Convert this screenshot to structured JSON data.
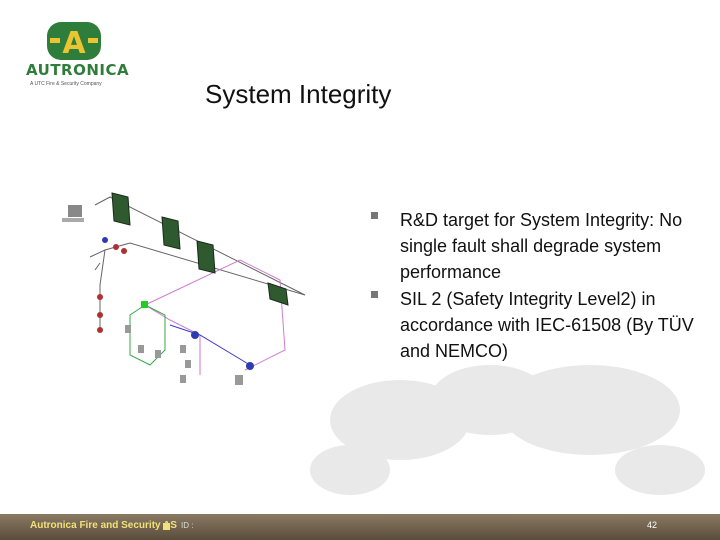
{
  "logo": {
    "letter": "A",
    "wordmark": "AUTRONICA",
    "tagline": "A UTC Fire & Security Company"
  },
  "slide": {
    "title": "System Integrity",
    "bullets": [
      "R&D target for System Integrity: No single fault shall degrade system performance",
      "SIL 2 (Safety Integrity Level2) in accordance with IEC-61508 (By TÜV and NEMCO)"
    ]
  },
  "footer": {
    "company": "Autronica Fire and Security AS",
    "id_label": "ID :",
    "page_number": "42"
  },
  "colors": {
    "brand_green": "#2f7d3a",
    "brand_yellow": "#f2e07a",
    "footer_bar": "#6b5d4a"
  }
}
